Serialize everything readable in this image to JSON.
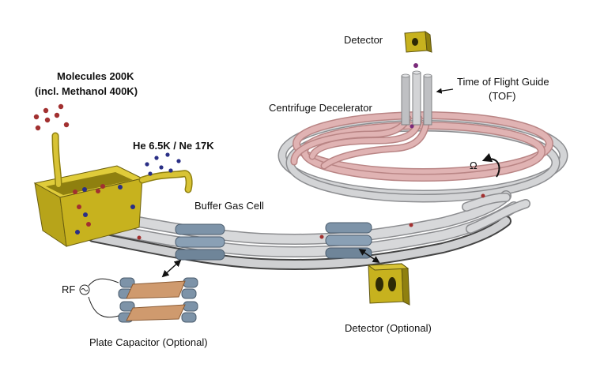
{
  "labels": {
    "molecules_line1": "Molecules   200K",
    "molecules_line2": "(incl. Methanol   400K)",
    "he_ne": "He 6.5K / Ne 17K",
    "buffer_gas_cell": "Buffer Gas Cell",
    "detector_top": "Detector",
    "tof_line1": "Time of Flight Guide",
    "tof_line2": "(TOF)",
    "centrifuge": "Centrifuge Decelerator",
    "omega": "Ω",
    "rf": "RF",
    "plate_capacitor": "Plate Capacitor (Optional)",
    "detector_optional": "Detector (Optional)"
  },
  "colors": {
    "rod_gray": "#c9cacc",
    "rod_pink": "#d9a8a8",
    "cell_gold": "#c7b21e",
    "electrode_blue": "#7d93a8",
    "plate_copper": "#cf9a6e",
    "molecule_red": "#a23030",
    "atom_blue": "#2a2f86",
    "tof_molecule": "#7a2a7a"
  }
}
